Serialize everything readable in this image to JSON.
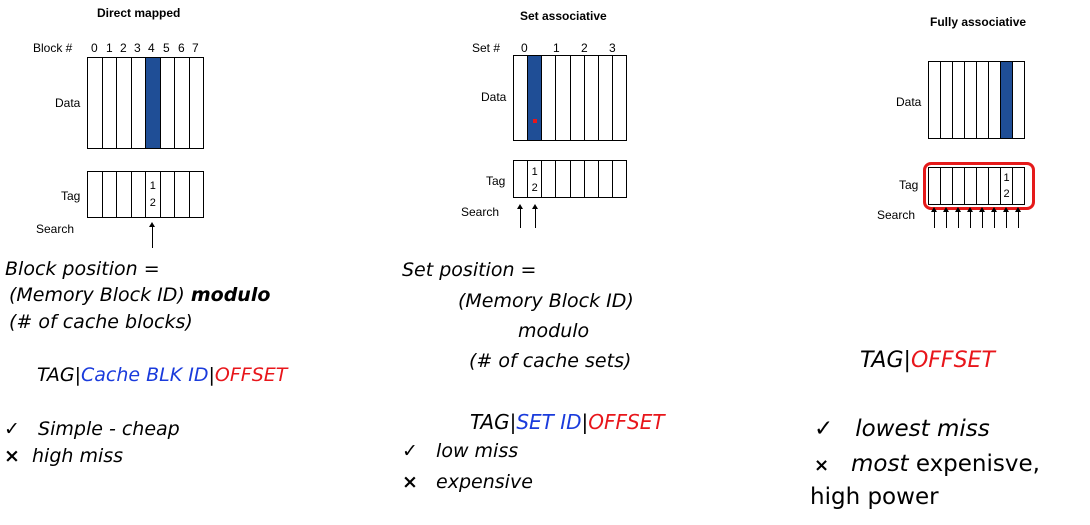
{
  "direct": {
    "title": "Direct mapped",
    "block_label": "Block #",
    "block_numbers": [
      "0",
      "1",
      "2",
      "3",
      "4",
      "5",
      "6",
      "7"
    ],
    "data_label": "Data",
    "tag_label": "Tag",
    "search_label": "Search",
    "tag_values": [
      "1",
      "2"
    ],
    "pos_line1": "Block position =",
    "pos_line2a": "(Memory Block ID) ",
    "pos_line2b": "modulo",
    "pos_line3": "(# of cache blocks)",
    "fmt_tag": "TAG",
    "fmt_sep": "|",
    "fmt_mid": "Cache BLK  ID",
    "fmt_offset": "OFFSET",
    "pro_mark": "✓",
    "pro_text": "Simple - cheap",
    "con_mark": "×",
    "con_text": "high miss"
  },
  "setassoc": {
    "title": "Set associative",
    "set_label": "Set #",
    "set_numbers": [
      "0",
      "1",
      "2",
      "3"
    ],
    "data_label": "Data",
    "tag_label": "Tag",
    "search_label": "Search",
    "tag_values": [
      "1",
      "2"
    ],
    "pos_line1": "Set position =",
    "pos_line2": "(Memory Block ID)",
    "pos_line3": "modulo",
    "pos_line4": "(# of cache sets)",
    "fmt_tag": "TAG",
    "fmt_sep": "|",
    "fmt_mid": "SET ID",
    "fmt_offset": "OFFSET",
    "pro_mark": "✓",
    "pro_text": "low miss",
    "con_mark": "×",
    "con_text": "expensive"
  },
  "fully": {
    "title": "Fully associative",
    "data_label": "Data",
    "tag_label": "Tag",
    "search_label": "Search",
    "tag_values": [
      "1",
      "2"
    ],
    "fmt_tag": "TAG",
    "fmt_sep": "|",
    "fmt_offset": "OFFSET",
    "pro_mark": "✓",
    "pro_text": "lowest miss",
    "con_mark": "×",
    "con_text_a": "most",
    "con_text_b": " expenisve,",
    "con_text_c": "high power"
  },
  "colors": {
    "highlight_fill": "#1f4e96",
    "accent_blue": "#1a3bdc",
    "accent_red": "#e8161b"
  }
}
